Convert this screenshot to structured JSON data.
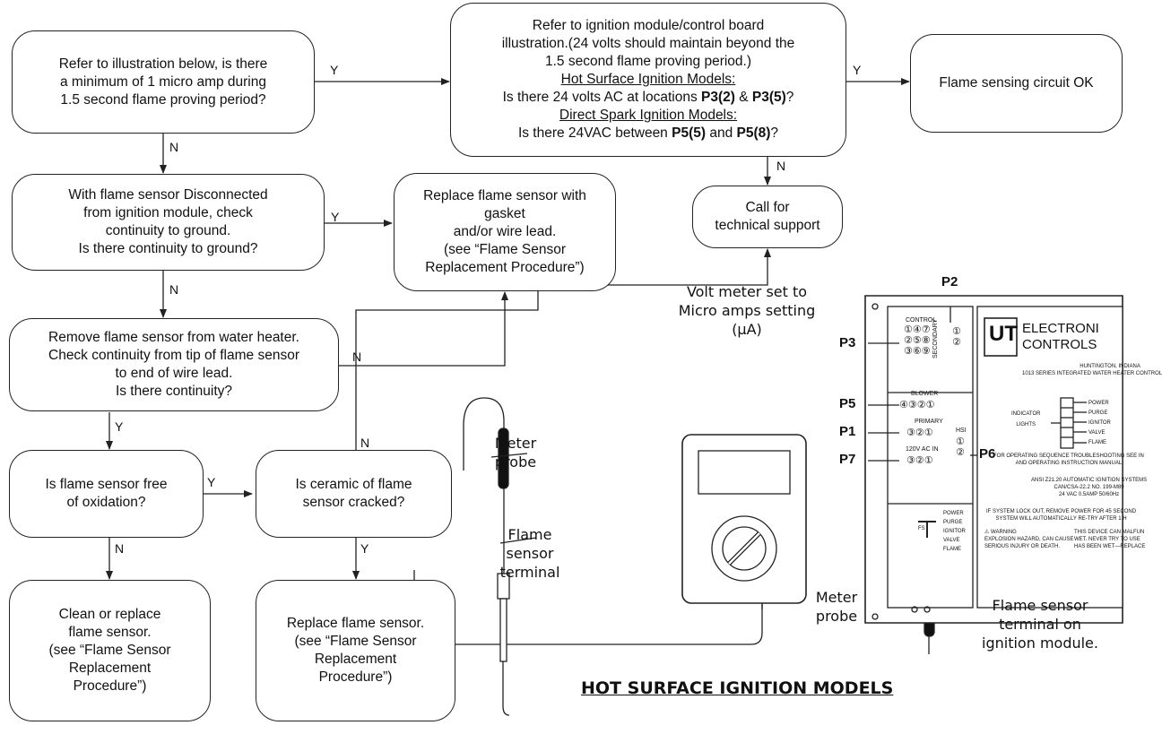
{
  "flowchart": {
    "box1": {
      "lines": [
        "Refer to illustration below, is there",
        "a minimum of 1 micro amp during",
        "1.5 second flame proving period?"
      ]
    },
    "box_top": {
      "line1": "Refer to ignition module/control board",
      "line2": "illustration.(24 volts should maintain beyond the",
      "line3": "1.5 second flame proving period.)",
      "hsi_header": "Hot Surface Ignition Models:",
      "hsi_q_pre": "Is there 24 volts AC at locations ",
      "hsi_p1": "P3(2)",
      "hsi_amp": " & ",
      "hsi_p2": "P3(5)",
      "hsi_end": "?",
      "dsi_header": "Direct Spark Ignition Models:",
      "dsi_q_pre": "Is there 24VAC between ",
      "dsi_p1": "P5(5)",
      "dsi_and": " and ",
      "dsi_p2": "P5(8)",
      "dsi_end": "?"
    },
    "box_ok": {
      "text": "Flame sensing circuit OK"
    },
    "box2": {
      "lines": [
        "With flame sensor Disconnected",
        "from ignition module, check",
        "continuity to ground.",
        "Is there continuity to ground?"
      ]
    },
    "box_replace_gasket": {
      "lines": [
        "Replace flame sensor with",
        "gasket",
        "and/or wire lead.",
        "(see  “Flame Sensor",
        "Replacement Procedure”)"
      ]
    },
    "box_call": {
      "lines": [
        "Call for",
        "technical support"
      ]
    },
    "box3": {
      "lines": [
        "Remove flame sensor from water heater.",
        "Check continuity from tip of flame sensor",
        "to end of wire lead.",
        "Is there continuity?"
      ]
    },
    "box4": {
      "lines": [
        "Is flame sensor free",
        "of oxidation?"
      ]
    },
    "box5": {
      "lines": [
        "Is ceramic of flame",
        "sensor cracked?"
      ]
    },
    "box6": {
      "lines": [
        "Clean or replace",
        "flame sensor.",
        "(see “Flame Sensor",
        "Replacement",
        "Procedure”)"
      ]
    },
    "box7": {
      "lines": [
        "Replace flame sensor.",
        "(see “Flame Sensor",
        "Replacement",
        "Procedure”)"
      ]
    },
    "labels": {
      "y": "Y",
      "n": "N"
    }
  },
  "illustration": {
    "meter_caption": [
      "Volt meter set to",
      "Micro amps setting",
      "(µA)"
    ],
    "meter_probe_left": [
      "Meter",
      "probe"
    ],
    "flame_sensor_terminal": [
      "Flame",
      "sensor",
      "terminal"
    ],
    "meter_probe_right": [
      "Meter",
      "probe"
    ],
    "flame_sensor_terminal_module": [
      "Flame sensor",
      "terminal on",
      "ignition module."
    ],
    "caption": "HOT SURFACE IGNITION MODELS"
  },
  "module": {
    "tags": {
      "p2": "P2",
      "p3": "P3",
      "p5": "P5",
      "p1": "P1",
      "p7": "P7",
      "p6": "P6"
    },
    "logo": "UT",
    "brand": [
      "ELECTRONI",
      "CONTROLS"
    ],
    "control": "CONTROL",
    "control_pins": [
      "①④⑦",
      "②⑤⑧",
      "③⑥⑨"
    ],
    "secondary": "SECONDARY",
    "secondary_pins": [
      "①",
      "②"
    ],
    "blower": "BLOWER",
    "blower_pins": "④③②①",
    "primary": "PRIMARY",
    "primary_pins": "③②①",
    "ac_in": "120V AC IN",
    "ac_pins": "③②①",
    "hsi": "HSI",
    "hsi_pins": [
      "①",
      "②"
    ],
    "location": [
      "HUNTINGTON, INDIANA",
      "1013 SERIES INTEGRATED WATER HEATER CONTROL"
    ],
    "indicator": [
      "INDICATOR",
      "LIGHTS"
    ],
    "lights": [
      "POWER",
      "PURGE",
      "IGNITOR",
      "VALVE",
      "FLAME"
    ],
    "sequence": [
      "FOR OPERATING SEQUENCE TROUBLESHOOTING SEE IN",
      "AND OPERATING INSTRUCTION MANUAL"
    ],
    "ansi": [
      "ANSI Z21.20 AUTOMATIC IGNITION SYSTEMS",
      "CAN/CSA-22.2 NO. 199-M89",
      "24 VAC 0.5AMP 50/60Hz"
    ],
    "lockout": [
      "IF SYSTEM LOCK OUT, REMOVE POWER FOR 45 SECOND",
      "SYSTEM WILL AUTOMATICALLY RE-TRY AFTER 1 H"
    ],
    "status": [
      "POWER",
      "PURGE",
      "IGNITOR",
      "VALVE",
      "FLAME"
    ],
    "fs": "FS",
    "warning": "WARNING",
    "warning_text": [
      "EXPLOSION HAZARD, CAN CAUSE",
      "SERIOUS INJURY OR DEATH."
    ],
    "device_text": [
      "THIS DEVICE CAN MALFUN",
      "WET. NEVER TRY TO USE",
      "HAS BEEN WET—REPLACE"
    ]
  }
}
